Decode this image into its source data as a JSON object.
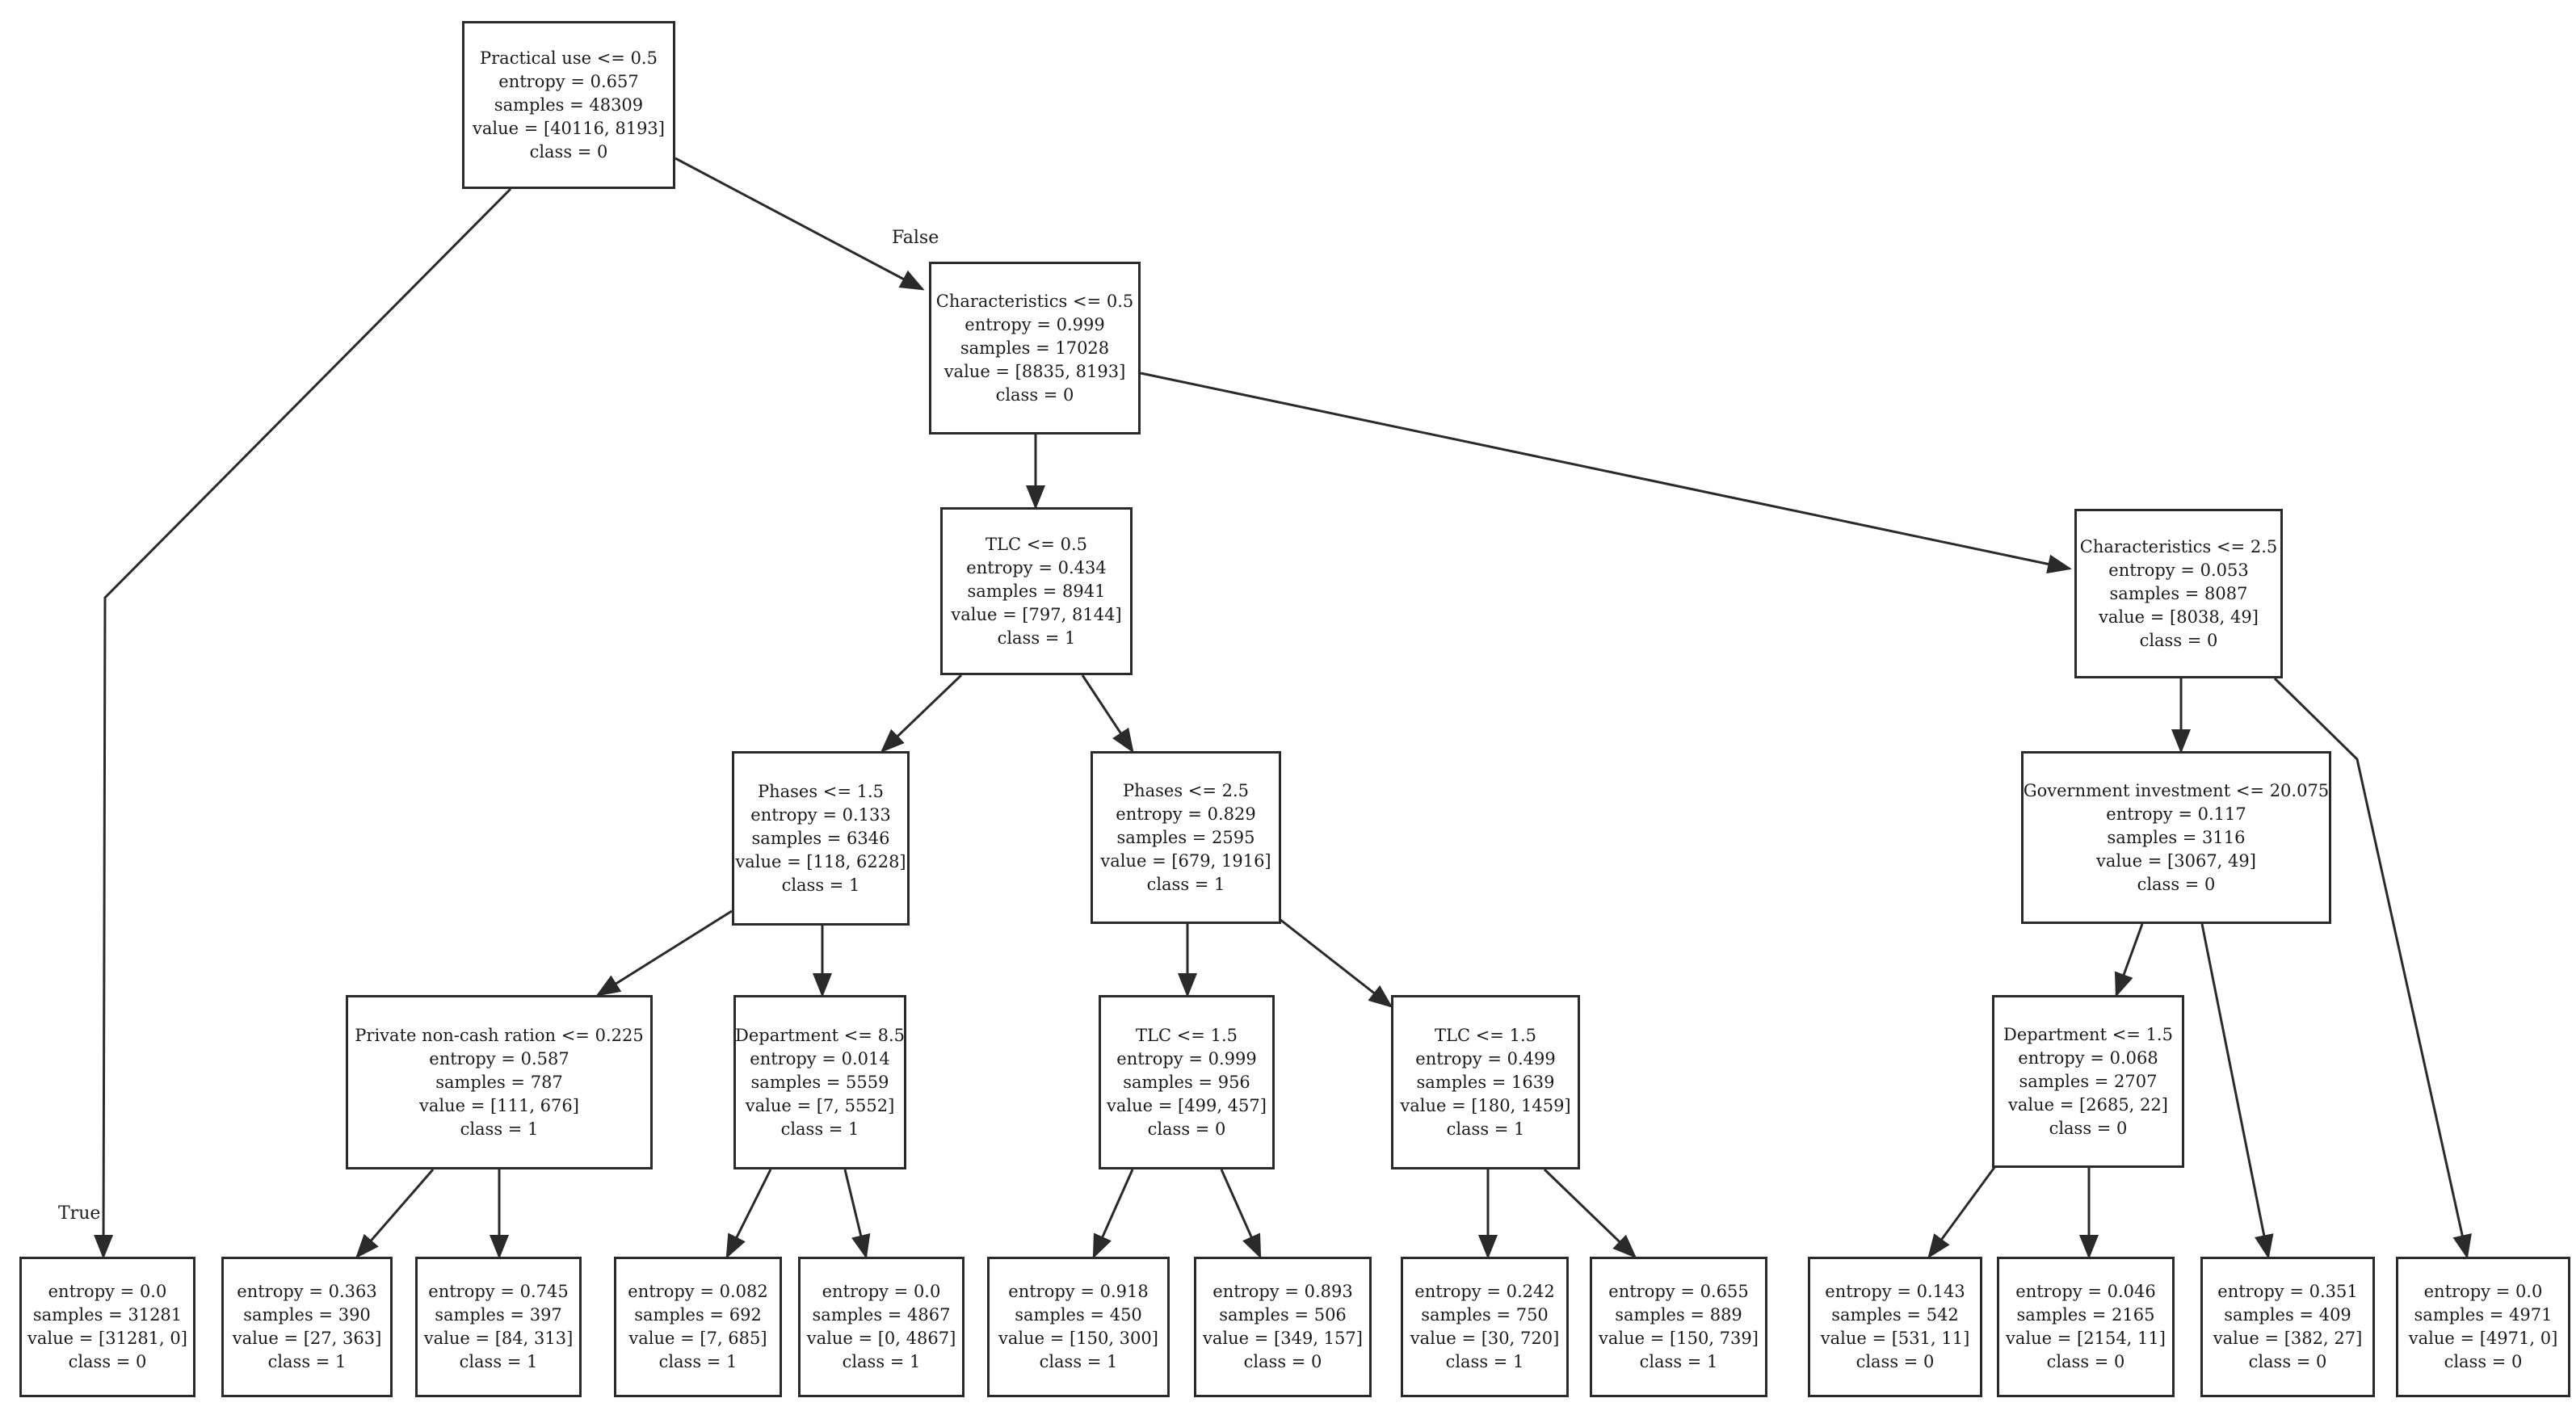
{
  "edge_labels": {
    "true_label": "True",
    "false_label": "False"
  },
  "nodes": [
    {
      "id": "n0",
      "lines": [
        "Practical use <= 0.5",
        "entropy = 0.657",
        "samples = 48309",
        "value = [40116, 8193]",
        "class = 0"
      ]
    },
    {
      "id": "n1",
      "lines": [
        "entropy = 0.0",
        "samples = 31281",
        "value = [31281, 0]",
        "class = 0"
      ]
    },
    {
      "id": "n2",
      "lines": [
        "Characteristics <= 0.5",
        "entropy = 0.999",
        "samples = 17028",
        "value = [8835, 8193]",
        "class = 0"
      ]
    },
    {
      "id": "n3",
      "lines": [
        "TLC <= 0.5",
        "entropy = 0.434",
        "samples = 8941",
        "value = [797, 8144]",
        "class = 1"
      ]
    },
    {
      "id": "n4",
      "lines": [
        "Characteristics <= 2.5",
        "entropy = 0.053",
        "samples = 8087",
        "value = [8038, 49]",
        "class = 0"
      ]
    },
    {
      "id": "n5",
      "lines": [
        "Phases <= 1.5",
        "entropy = 0.133",
        "samples = 6346",
        "value = [118, 6228]",
        "class = 1"
      ]
    },
    {
      "id": "n6",
      "lines": [
        "Phases <= 2.5",
        "entropy = 0.829",
        "samples = 2595",
        "value = [679, 1916]",
        "class = 1"
      ]
    },
    {
      "id": "n7",
      "lines": [
        "Government investment <= 20.075",
        "entropy = 0.117",
        "samples = 3116",
        "value = [3067, 49]",
        "class = 0"
      ]
    },
    {
      "id": "n8",
      "lines": [
        "entropy = 0.0",
        "samples = 4971",
        "value = [4971, 0]",
        "class = 0"
      ]
    },
    {
      "id": "n9",
      "lines": [
        "Private non-cash ration <= 0.225",
        "entropy = 0.587",
        "samples = 787",
        "value = [111, 676]",
        "class = 1"
      ]
    },
    {
      "id": "n10",
      "lines": [
        "Department <= 8.5",
        "entropy = 0.014",
        "samples = 5559",
        "value = [7, 5552]",
        "class = 1"
      ]
    },
    {
      "id": "n11",
      "lines": [
        "TLC <= 1.5",
        "entropy = 0.999",
        "samples = 956",
        "value = [499, 457]",
        "class = 0"
      ]
    },
    {
      "id": "n12",
      "lines": [
        "TLC <= 1.5",
        "entropy = 0.499",
        "samples = 1639",
        "value = [180, 1459]",
        "class = 1"
      ]
    },
    {
      "id": "n13",
      "lines": [
        "Department <= 1.5",
        "entropy = 0.068",
        "samples = 2707",
        "value = [2685, 22]",
        "class = 0"
      ]
    },
    {
      "id": "n14",
      "lines": [
        "entropy = 0.351",
        "samples = 409",
        "value = [382, 27]",
        "class = 0"
      ]
    },
    {
      "id": "n15",
      "lines": [
        "entropy = 0.363",
        "samples = 390",
        "value = [27, 363]",
        "class = 1"
      ]
    },
    {
      "id": "n16",
      "lines": [
        "entropy = 0.745",
        "samples = 397",
        "value = [84, 313]",
        "class = 1"
      ]
    },
    {
      "id": "n17",
      "lines": [
        "entropy = 0.082",
        "samples = 692",
        "value = [7, 685]",
        "class = 1"
      ]
    },
    {
      "id": "n18",
      "lines": [
        "entropy = 0.0",
        "samples = 4867",
        "value = [0, 4867]",
        "class = 1"
      ]
    },
    {
      "id": "n19",
      "lines": [
        "entropy = 0.918",
        "samples = 450",
        "value = [150, 300]",
        "class = 1"
      ]
    },
    {
      "id": "n20",
      "lines": [
        "entropy = 0.893",
        "samples = 506",
        "value = [349, 157]",
        "class = 0"
      ]
    },
    {
      "id": "n21",
      "lines": [
        "entropy = 0.242",
        "samples = 750",
        "value = [30, 720]",
        "class = 1"
      ]
    },
    {
      "id": "n22",
      "lines": [
        "entropy = 0.655",
        "samples = 889",
        "value = [150, 739]",
        "class = 1"
      ]
    },
    {
      "id": "n23",
      "lines": [
        "entropy = 0.143",
        "samples = 542",
        "value = [531, 11]",
        "class = 0"
      ]
    },
    {
      "id": "n24",
      "lines": [
        "entropy = 0.046",
        "samples = 2165",
        "value = [2154, 11]",
        "class = 0"
      ]
    }
  ]
}
